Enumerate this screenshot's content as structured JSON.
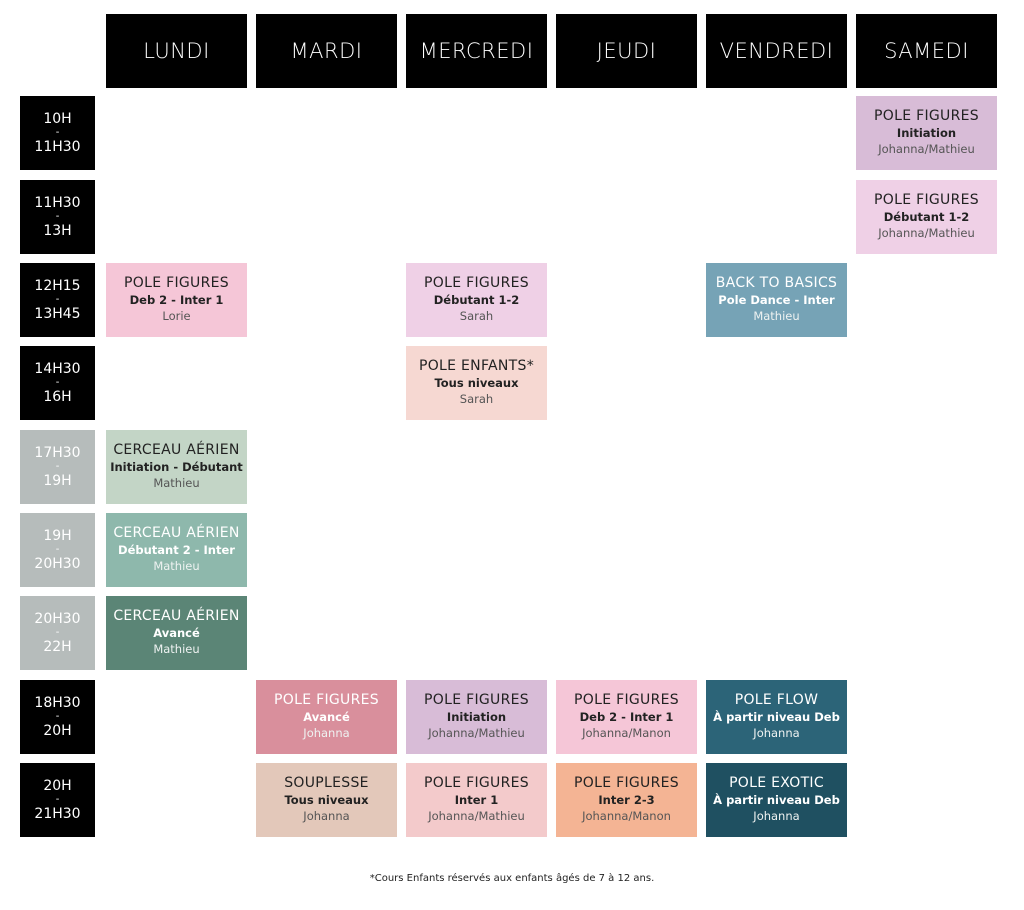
{
  "days": [
    "LUNDI",
    "MARDI",
    "MERCREDI",
    "JEUDI",
    "VENDREDI",
    "SAMEDI"
  ],
  "times": [
    {
      "start": "10H",
      "sep": "-",
      "end": "11H30",
      "tone": "dark"
    },
    {
      "start": "11H30",
      "sep": "-",
      "end": "13H",
      "tone": "dark"
    },
    {
      "start": "12H15",
      "sep": "-",
      "end": "13H45",
      "tone": "dark"
    },
    {
      "start": "14H30",
      "sep": "-",
      "end": "16H",
      "tone": "dark"
    },
    {
      "start": "17H30",
      "sep": "-",
      "end": "19H",
      "tone": "grey"
    },
    {
      "start": "19H",
      "sep": "-",
      "end": "20H30",
      "tone": "grey"
    },
    {
      "start": "20H30",
      "sep": "-",
      "end": "22H",
      "tone": "grey"
    },
    {
      "start": "18H30",
      "sep": "-",
      "end": "20H",
      "tone": "dark"
    },
    {
      "start": "20H",
      "sep": "-",
      "end": "21H30",
      "tone": "dark"
    }
  ],
  "classes": [
    {
      "row": 0,
      "col": 5,
      "title": "POLE FIGURES",
      "level": "Initiation",
      "instructor": "Johanna/Mathieu",
      "color": "#d8bcd7",
      "text": "dark"
    },
    {
      "row": 1,
      "col": 5,
      "title": "POLE FIGURES",
      "level": "Débutant 1-2",
      "instructor": "Johanna/Mathieu",
      "color": "#efd0e6",
      "text": "dark"
    },
    {
      "row": 2,
      "col": 0,
      "title": "POLE FIGURES",
      "level": "Deb 2 - Inter 1",
      "instructor": "Lorie",
      "color": "#f5c6d7",
      "text": "dark"
    },
    {
      "row": 2,
      "col": 2,
      "title": "POLE FIGURES",
      "level": "Débutant 1-2",
      "instructor": "Sarah",
      "color": "#efd0e6",
      "text": "dark"
    },
    {
      "row": 2,
      "col": 4,
      "title": "BACK TO BASICS",
      "level": "Pole Dance - Inter",
      "instructor": "Mathieu",
      "color": "#76a3b6",
      "text": "light"
    },
    {
      "row": 3,
      "col": 2,
      "title": "POLE ENFANTS*",
      "level": "Tous niveaux",
      "instructor": "Sarah",
      "color": "#f6d8d2",
      "text": "dark"
    },
    {
      "row": 4,
      "col": 0,
      "title": "CERCEAU AÉRIEN",
      "level": "Initiation - Débutant",
      "instructor": "Mathieu",
      "color": "#c3d5c6",
      "text": "dark"
    },
    {
      "row": 5,
      "col": 0,
      "title": "CERCEAU AÉRIEN",
      "level": "Débutant 2 - Inter",
      "instructor": "Mathieu",
      "color": "#8eb8ac",
      "text": "light"
    },
    {
      "row": 6,
      "col": 0,
      "title": "CERCEAU AÉRIEN",
      "level": "Avancé",
      "instructor": "Mathieu",
      "color": "#5b8576",
      "text": "light"
    },
    {
      "row": 7,
      "col": 1,
      "title": "POLE FIGURES",
      "level": "Avancé",
      "instructor": "Johanna",
      "color": "#d98f9c",
      "text": "light"
    },
    {
      "row": 7,
      "col": 2,
      "title": "POLE FIGURES",
      "level": "Initiation",
      "instructor": "Johanna/Mathieu",
      "color": "#d8bcd7",
      "text": "dark"
    },
    {
      "row": 7,
      "col": 3,
      "title": "POLE FIGURES",
      "level": "Deb 2 - Inter 1",
      "instructor": "Johanna/Manon",
      "color": "#f5c6d7",
      "text": "dark"
    },
    {
      "row": 7,
      "col": 4,
      "title": "POLE FLOW",
      "level": "À partir niveau Deb",
      "instructor": "Johanna",
      "color": "#2c6478",
      "text": "light"
    },
    {
      "row": 8,
      "col": 1,
      "title": "SOUPLESSE",
      "level": "Tous niveaux",
      "instructor": "Johanna",
      "color": "#e3c8ba",
      "text": "dark"
    },
    {
      "row": 8,
      "col": 2,
      "title": "POLE FIGURES",
      "level": "Inter 1",
      "instructor": "Johanna/Mathieu",
      "color": "#f3cacb",
      "text": "dark"
    },
    {
      "row": 8,
      "col": 3,
      "title": "POLE FIGURES",
      "level": "Inter 2-3",
      "instructor": "Johanna/Manon",
      "color": "#f4b494",
      "text": "dark"
    },
    {
      "row": 8,
      "col": 4,
      "title": "POLE EXOTIC",
      "level": "À partir niveau Deb",
      "instructor": "Johanna",
      "color": "#1f5061",
      "text": "light"
    }
  ],
  "footnote": "*Cours Enfants réservés aux enfants âgés de 7 à 12 ans."
}
